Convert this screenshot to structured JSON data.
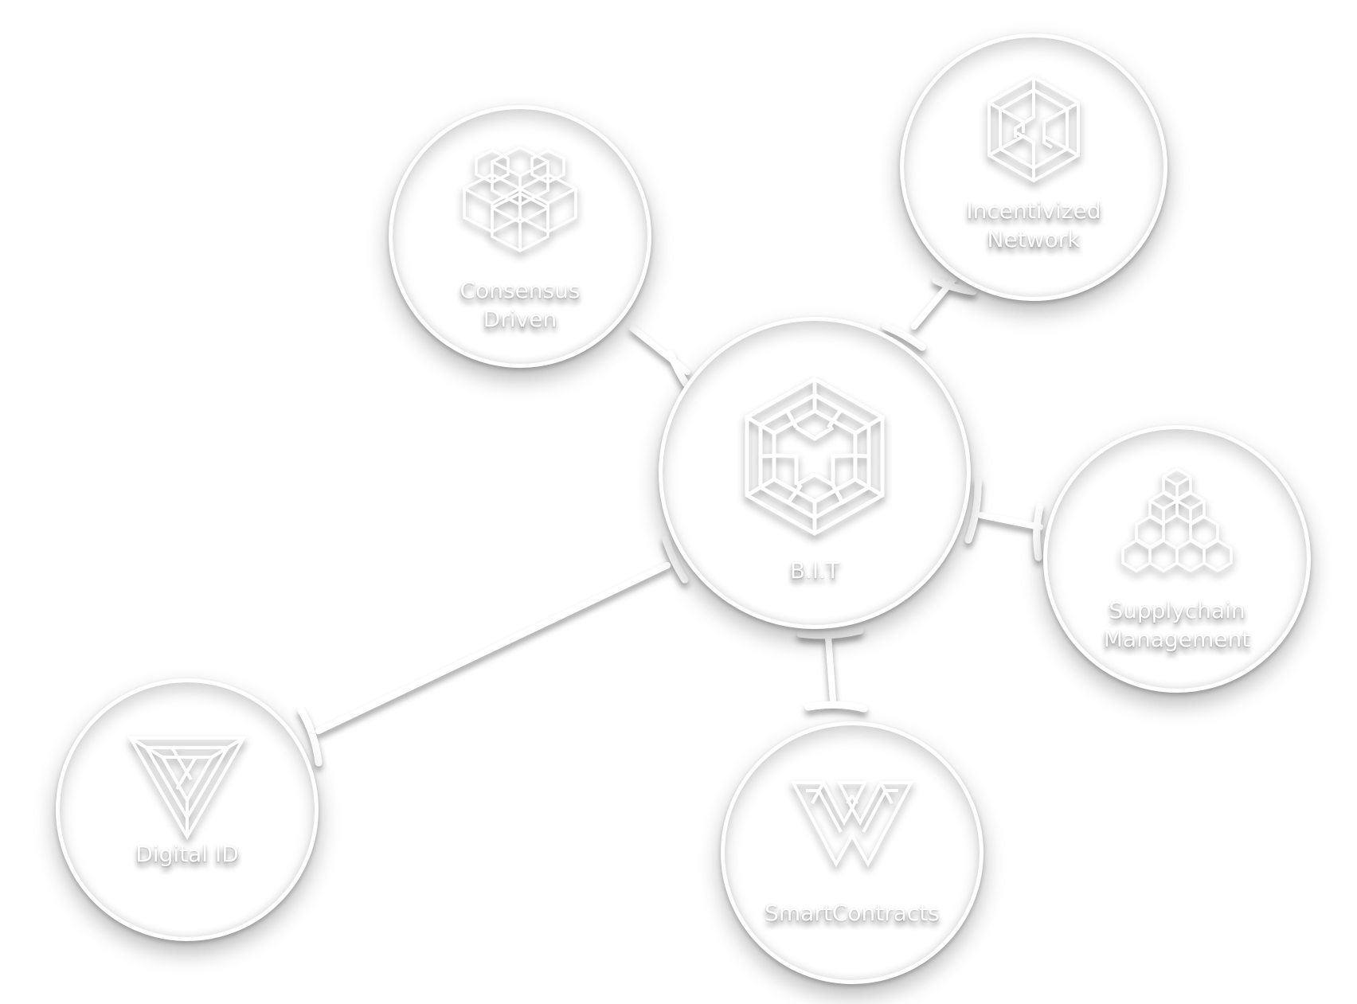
{
  "diagram": {
    "nodes": [
      {
        "id": "center",
        "label": "B.I.T",
        "icon": "hexagon-star-knot-icon"
      },
      {
        "id": "consensus",
        "label": "Consensus\nDriven",
        "icon": "cube-cluster-icon"
      },
      {
        "id": "incentivized",
        "label": "Incentivized\nNetwork",
        "icon": "impossible-cube-icon"
      },
      {
        "id": "supply",
        "label": "Supplychain\nManagement",
        "icon": "cube-pyramid-icon"
      },
      {
        "id": "smart",
        "label": "SmartContracts",
        "icon": "impossible-w-knot-icon"
      },
      {
        "id": "digital",
        "label": "Digital ID",
        "icon": "impossible-triangle-icon"
      }
    ],
    "colors": {
      "line": "#ffffff",
      "shadow": "#9a9a9a",
      "background": "#ffffff"
    }
  }
}
